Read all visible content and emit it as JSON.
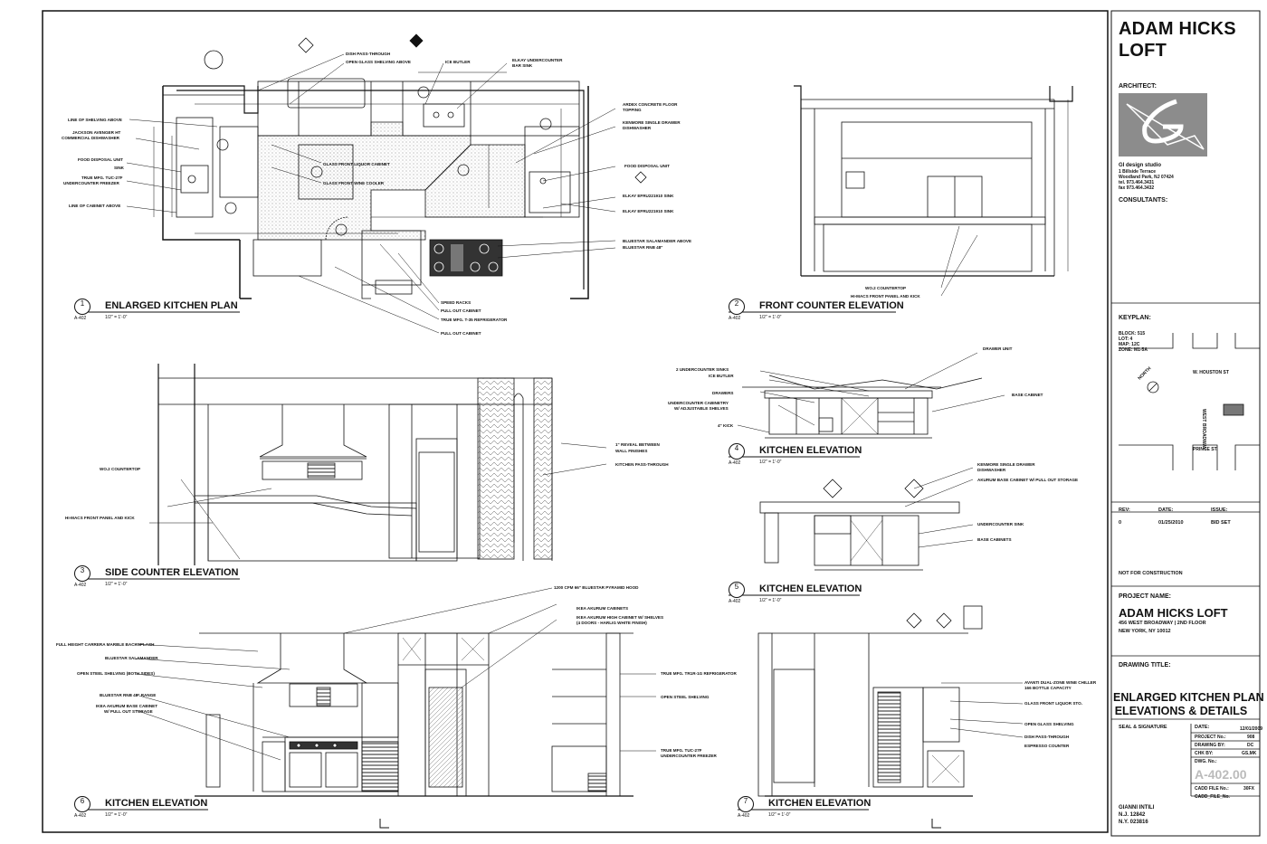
{
  "project": {
    "title_line1": "ADAM HICKS",
    "title_line2": "LOFT",
    "architect_label": "ARCHITECT:",
    "studio_name": "GI design studio",
    "studio_addr1": "1 Billside Terrace",
    "studio_addr2": "Woodland Park, NJ 07424",
    "studio_tel": "tel. 973.464.3431",
    "studio_fax": "fax 973.464.3432",
    "consultants_label": "CONSULTANTS:",
    "keyplan_label": "KEYPLAN:",
    "block": "BLOCK: 515",
    "lot": "LOT: 4",
    "map": "MAP: 12C",
    "zone": "ZONE: M1-5A",
    "street_houston": "W. HOUSTON ST",
    "street_broadway": "WEST BROADWAY",
    "street_prince": "PRINCE ST.",
    "north": "NORTH",
    "rev_label": "REV:",
    "date_label": "DATE:",
    "issue_label": "ISSUE:",
    "rev_value": "0",
    "date_value": "01/25/2010",
    "issue_value": "BID SET",
    "not_for_construction": "NOT FOR CONSTRUCTION",
    "project_name_label": "PROJECT NAME:",
    "project_name": "ADAM HICKS LOFT",
    "project_addr1": "456 WEST BROADWAY | 2ND FLOOR",
    "project_addr2": "NEW YORK, NY 10012",
    "drawing_title_label": "DRAWING TITLE:",
    "drawing_title1": "ENLARGED KITCHEN PLAN",
    "drawing_title2": "ELEVATIONS & DETAILS",
    "seal_label": "SEAL & SIGNATURE",
    "date2_label": "DATE:",
    "date2_value": "12/01/2009",
    "project_no_label": "PROJECT No.:",
    "project_no_value": "908",
    "drawing_by_label": "DRAWING BY:",
    "drawing_by_value": "DC",
    "chk_by_label": "CHK BY:",
    "chk_by_value": "GS,MK",
    "dwg_no_label": "DWG. No.:",
    "dwg_no_value": "A-402.00",
    "cadd_label": "CADD FILE No.:",
    "cadd_value": "30FX",
    "cadd_sub": "CADD_FILE_No.",
    "signer": "GIANNI INTILI",
    "nj": "N.J. 12842",
    "ny": "N.Y. 023816"
  },
  "views": [
    {
      "num": "1",
      "sheet": "A-402",
      "title": "ENLARGED KITCHEN PLAN",
      "scale": "1/2\" = 1'-0\""
    },
    {
      "num": "2",
      "sheet": "A-402",
      "title": "FRONT COUNTER ELEVATION",
      "scale": "1/2\" = 1'-0\""
    },
    {
      "num": "3",
      "sheet": "A-402",
      "title": "SIDE COUNTER ELEVATION",
      "scale": "1/2\" = 1'-0\""
    },
    {
      "num": "4",
      "sheet": "A-402",
      "title": "KITCHEN ELEVATION",
      "scale": "1/2\" = 1'-0\""
    },
    {
      "num": "5",
      "sheet": "A-402",
      "title": "KITCHEN ELEVATION",
      "scale": "1/2\" = 1'-0\""
    },
    {
      "num": "6",
      "sheet": "A-402",
      "title": "KITCHEN ELEVATION",
      "scale": "1/2\" = 1'-0\""
    },
    {
      "num": "7",
      "sheet": "A-402",
      "title": "KITCHEN ELEVATION",
      "scale": "1/2\" = 1'-0\""
    }
  ],
  "plan_notes": {
    "dish_pass": "DISH PASS-THROUGH",
    "open_glass": "OPEN GLASS SHELVING ABOVE",
    "ice_butler": "ICE BUTLER",
    "elkay_under": "ELKAY UNDERCOUNTER",
    "bar_sink": "BAR SINK",
    "ardex": "ARDEX CONCRETE FLOOR",
    "topping": "TOPPING",
    "kenmore": "KENMORE SINGLE DRAWER",
    "dishwasher": "DISHWASHER",
    "line_shelving": "LINE OF SHELVING ABOVE",
    "jackson": "JACKSON AVENGER HT",
    "commercial_dw": "COMMERCIAL DISHWASHER",
    "food_disposal": "FOOD DISPOSAL UNIT",
    "sink": "SINK",
    "true_tuc": "TRUE MFG. TUC-27F",
    "undercounter_freezer": "UNDERCOUNTER FREEZER",
    "line_cabinet": "LINE OF CABINET ABOVE",
    "glass_liquor": "GLASS FRONT LIQUOR CABINET",
    "glass_wine": "GLASS FRONT WINE COOLER",
    "food_disposal_r": "FOOD DISPOSAL UNIT",
    "elkay1": "ELKAY EFRU221910 SINK",
    "elkay2": "ELKAY EFRU221910 SINK",
    "salamander": "BLUESTAR SALAMANDER ABOVE",
    "rnb": "BLUESTAR RNB 48\"",
    "speed_racks": "SPEED RACKS",
    "pull_out": "PULL OUT CABINET",
    "true_t35": "TRUE MFG. T-35 REFRIGERATOR",
    "pull_out2": "PULL OUT CABINET"
  },
  "elev2_notes": {
    "wo2": "WO.2 COUNTERTOP",
    "himacs": "HI-MACS FRONT PANEL AND KICK"
  },
  "elev3_notes": {
    "reveal1": "1\" REVEAL BETWEEN",
    "reveal2": "WALL FINISHES",
    "kitchen_pass": "KITCHEN PASS-THROUGH",
    "wo2": "WO.2 COUNTERTOP",
    "himacs": "HI-MACS FRONT PANEL AND KICK"
  },
  "elev4_notes": {
    "drawer_unit": "DRAWER UNIT",
    "two_sinks": "2 UNDERCOUNTER SINKS",
    "ice_butler": "ICE BUTLER",
    "drawers": "DRAWERS",
    "uc_cab1": "UNDERCOUNTER CABINETRY",
    "uc_cab2": "W/ ADJUSTABLE SHELVES",
    "kick": "4\" KICK",
    "base_cab": "BASE CABINET"
  },
  "elev5_notes": {
    "kenmore": "KENMORE SINGLE DRAWER",
    "dishwasher": "DISHWASHER",
    "akurum": "AKURUM BASE CABINET W/ PULL OUT STORAGE",
    "uc_sink": "UNDERCOUNTER SINK",
    "base_cabs": "BASE CABINETS"
  },
  "elev6_notes": {
    "hood": "1200 CFM 66\" BLUESTAR PYRAMID HOOD",
    "ikea1": "IKEA AKURUM CABINETS",
    "ikea2": "IKEA AKURUM HIGH CABINET W/ SHELVES",
    "ikea3": "(4 DOORS - HARLIG WHITE FINISH)",
    "carrera": "FULL HEIGHT CARRERA MARBLE BACKSPLASH",
    "salamander": "BLUESTAR SALAMANDER",
    "open_steel": "OPEN STEEL SHELVING (BOTH SIDES)",
    "rnb": "BLUESTAR RNB 48\" RANGE",
    "ikea_base1": "IKEA AKURUM BASE CABINET",
    "ikea_base2": "W/ PULL OUT STORAGE",
    "true_ref": "TRUE MFG. TR1R-1G REFRIGERATOR",
    "open_steel2": "OPEN STEEL SHELVING",
    "true_tuc": "TRUE MFG. TUC-27F",
    "uc_freezer": "UNDERCOUNTER FREEZER"
  },
  "elev7_notes": {
    "avanti1": "AVANTI DUAL-ZONE WINE CHILLER",
    "avanti2": "166 BOTTLE CAPACITY",
    "glass_liquor": "GLASS FRONT LIQUOR STO.",
    "open_glass": "OPEN GLASS SHELVING",
    "dish_pass": "DISH PASS-THROUGH",
    "espresso": "ESPRESSO COUNTER"
  },
  "colors": {
    "line": "#111111",
    "pattern_gray": "#9a9a9a",
    "logo_gray": "#8c8c8c",
    "faint": "#bbbbbb"
  }
}
